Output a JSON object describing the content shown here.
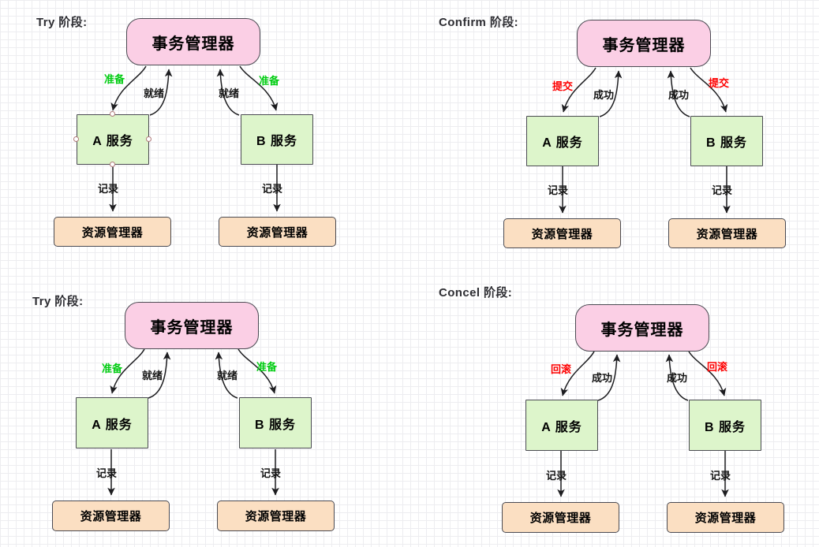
{
  "diagram": {
    "title_suffix": "阶段:",
    "colors": {
      "tm_fill": "#fbcfe5",
      "service_fill": "#ddf5cb",
      "resource_fill": "#fbdfc2",
      "border": "#4a4a52",
      "label_green": "#00cc11",
      "label_red": "#fe0000",
      "label_dark": "#141414",
      "grid_minor": "#ededf0",
      "grid_major": "#dcdce2"
    },
    "node_labels": {
      "transaction_manager": "事务管理器",
      "service_a": "A 服务",
      "service_b": "B 服务",
      "resource_manager": "资源管理器"
    },
    "panels": [
      {
        "id": "try-top",
        "title": "Try 阶段:",
        "tm": "事务管理器",
        "service_a": "A 服务",
        "service_b": "B 服务",
        "rm_a": "资源管理器",
        "rm_b": "资源管理器",
        "down_label_a": "准备",
        "down_label_b": "准备",
        "up_label_a": "就绪",
        "up_label_b": "就绪",
        "record_label_a": "记录",
        "record_label_b": "记录",
        "down_label_color": "green",
        "selected_node": "service_a"
      },
      {
        "id": "confirm",
        "title": "Confirm 阶段:",
        "tm": "事务管理器",
        "service_a": "A 服务",
        "service_b": "B 服务",
        "rm_a": "资源管理器",
        "rm_b": "资源管理器",
        "down_label_a": "提交",
        "down_label_b": "提交",
        "up_label_a": "成功",
        "up_label_b": "成功",
        "record_label_a": "记录",
        "record_label_b": "记录",
        "down_label_color": "red",
        "selected_node": null
      },
      {
        "id": "try-bottom",
        "title": "Try 阶段:",
        "tm": "事务管理器",
        "service_a": "A 服务",
        "service_b": "B 服务",
        "rm_a": "资源管理器",
        "rm_b": "资源管理器",
        "down_label_a": "准备",
        "down_label_b": "准备",
        "up_label_a": "就绪",
        "up_label_b": "就绪",
        "record_label_a": "记录",
        "record_label_b": "记录",
        "down_label_color": "green",
        "selected_node": null
      },
      {
        "id": "concel",
        "title": "Concel 阶段:",
        "tm": "事务管理器",
        "service_a": "A 服务",
        "service_b": "B 服务",
        "rm_a": "资源管理器",
        "rm_b": "资源管理器",
        "down_label_a": "回滚",
        "down_label_b": "回滚",
        "up_label_a": "成功",
        "up_label_b": "成功",
        "record_label_a": "记录",
        "record_label_b": "记录",
        "down_label_color": "red",
        "selected_node": null
      }
    ]
  }
}
